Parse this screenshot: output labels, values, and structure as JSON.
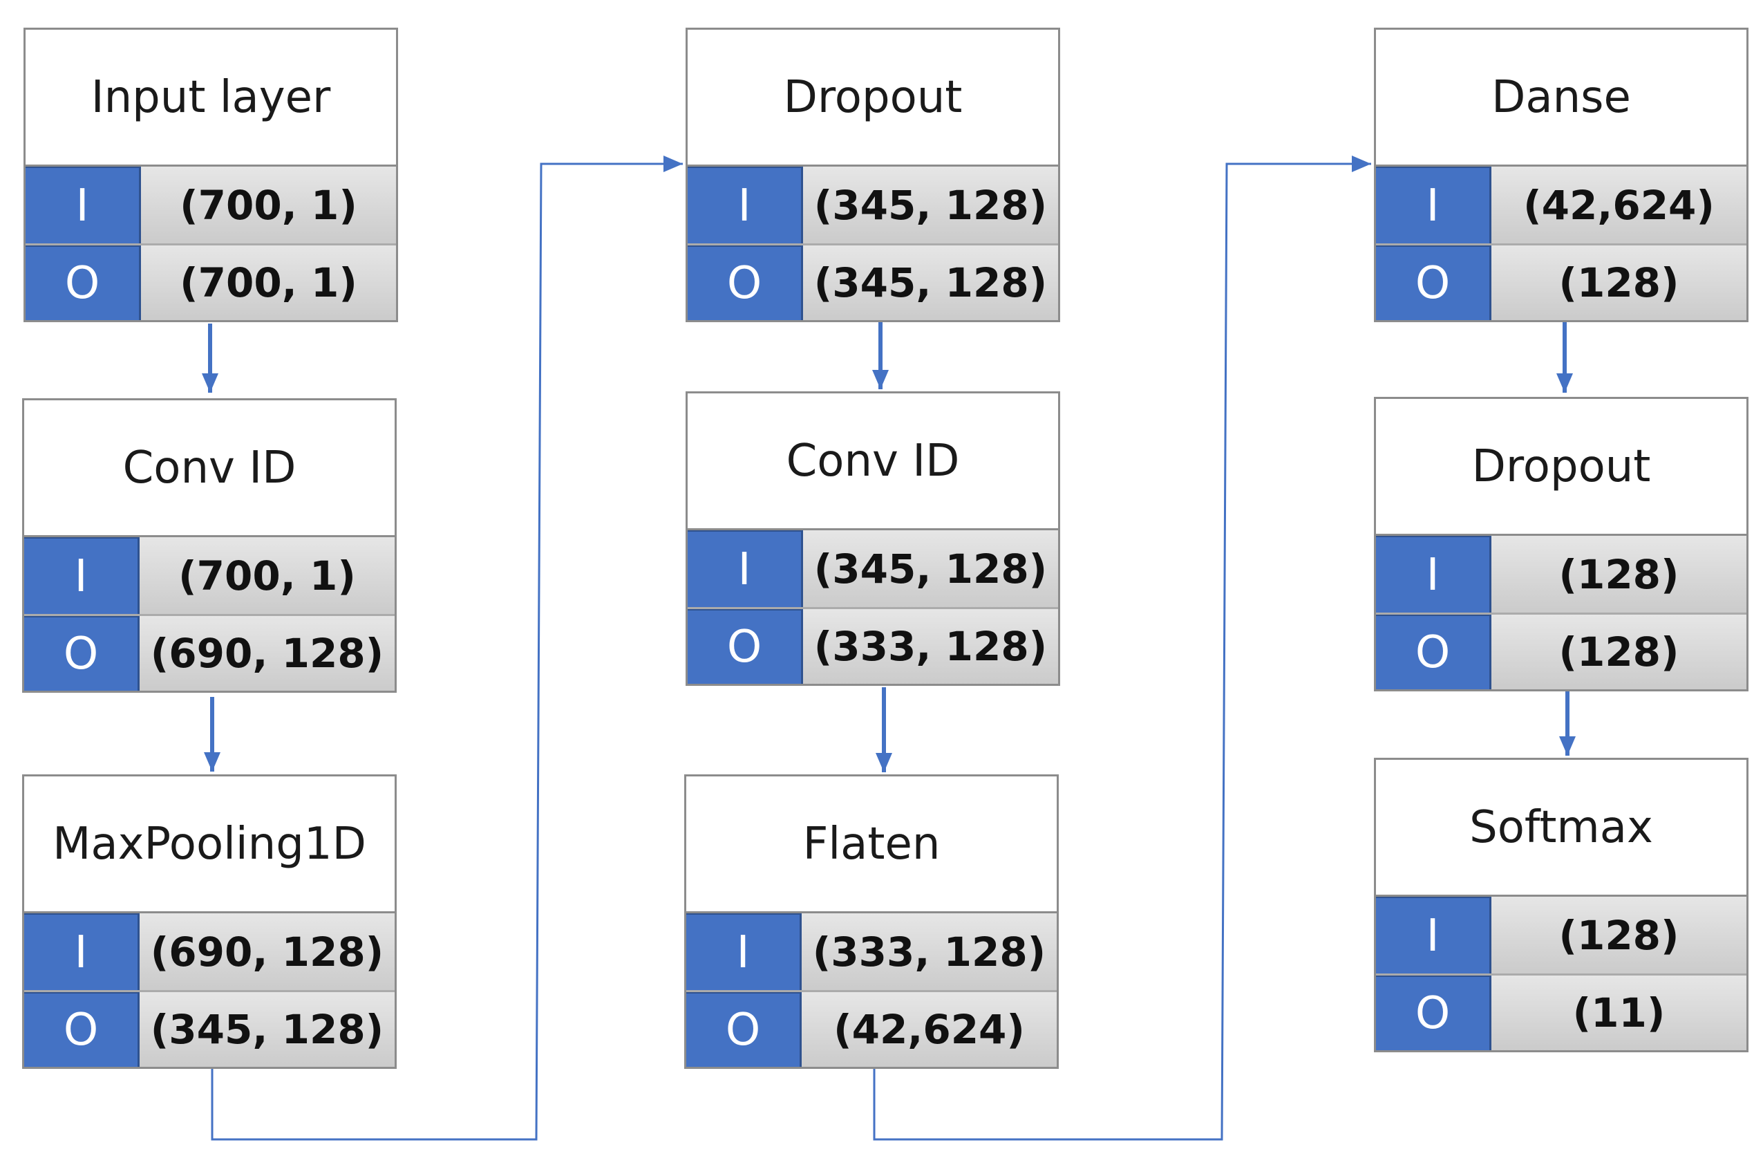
{
  "colors": {
    "io_tag": "#4472c4",
    "value_cell": "#d3d3d3",
    "connector": "#4472c4"
  },
  "columns": [
    {
      "layers": [
        {
          "title": "Input layer",
          "input_label": "I",
          "input": "(700, 1)",
          "output_label": "O",
          "output": "(700, 1)"
        },
        {
          "title": "Conv ID",
          "input_label": "I",
          "input": "(700, 1)",
          "output_label": "O",
          "output": "(690, 128)"
        },
        {
          "title": "MaxPooling1D",
          "input_label": "I",
          "input": "(690, 128)",
          "output_label": "O",
          "output": "(345, 128)"
        }
      ]
    },
    {
      "layers": [
        {
          "title": "Dropout",
          "input_label": "I",
          "input": "(345, 128)",
          "output_label": "O",
          "output": "(345, 128)"
        },
        {
          "title": "Conv ID",
          "input_label": "I",
          "input": "(345, 128)",
          "output_label": "O",
          "output": "(333, 128)"
        },
        {
          "title": "Flaten",
          "input_label": "I",
          "input": "(333, 128)",
          "output_label": "O",
          "output": "(42,624)"
        }
      ]
    },
    {
      "layers": [
        {
          "title": "Danse",
          "input_label": "I",
          "input": "(42,624)",
          "output_label": "O",
          "output": "(128)"
        },
        {
          "title": "Dropout",
          "input_label": "I",
          "input": "(128)",
          "output_label": "O",
          "output": "(128)"
        },
        {
          "title": "Softmax",
          "input_label": "I",
          "input": "(128)",
          "output_label": "O",
          "output": "(11)"
        }
      ]
    }
  ]
}
